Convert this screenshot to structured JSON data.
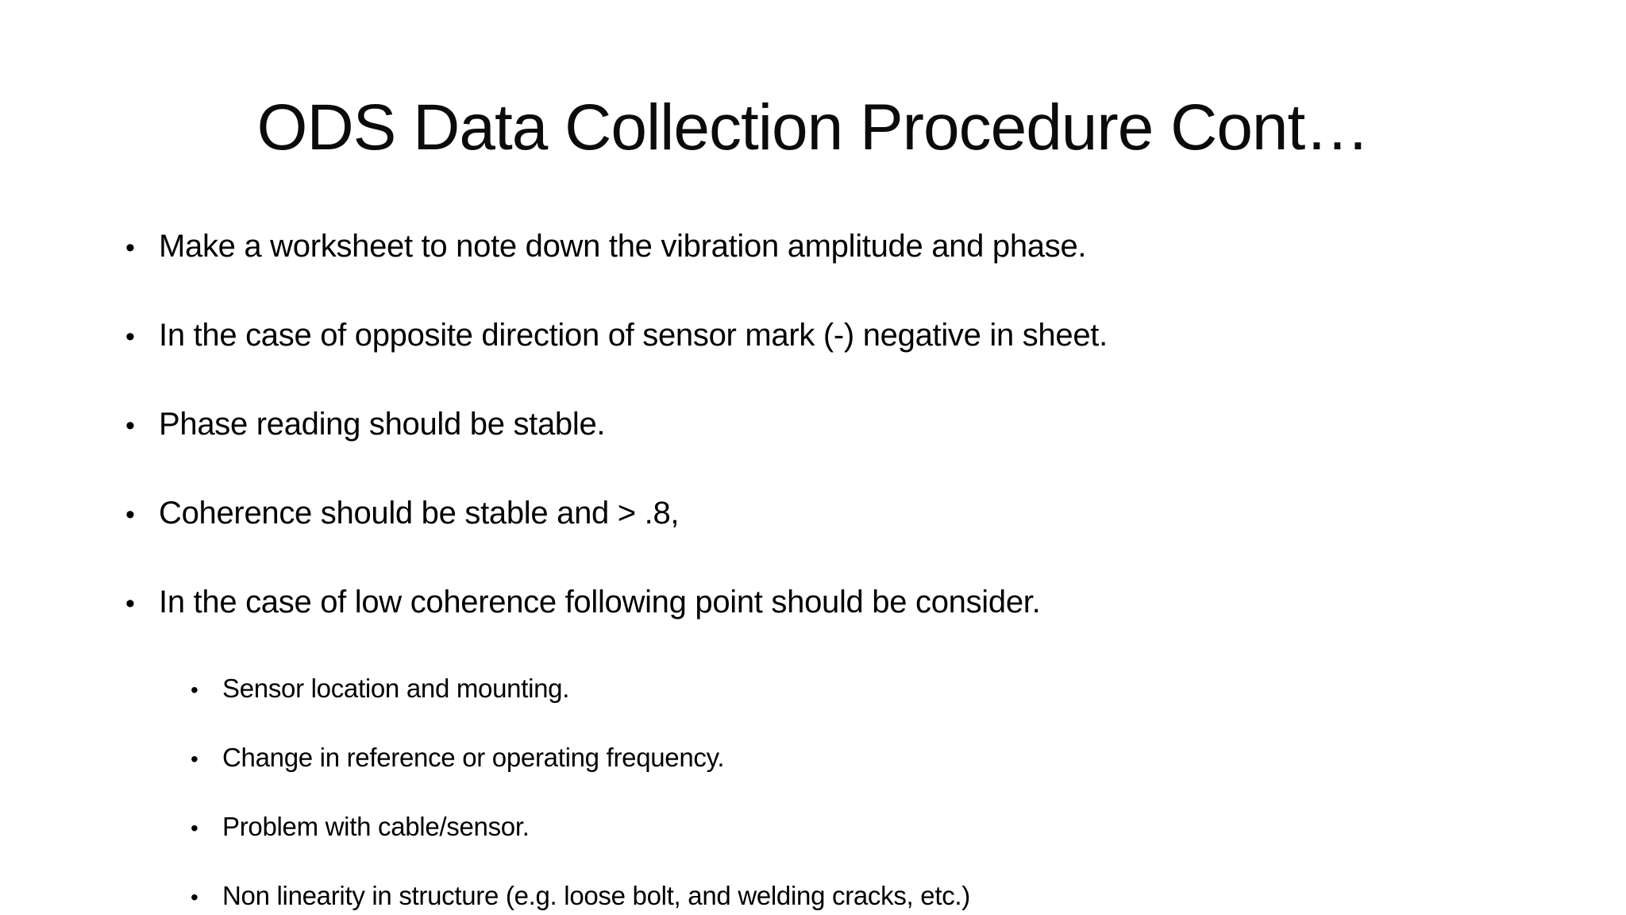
{
  "slide": {
    "title": "ODS Data Collection Procedure Cont…",
    "bullet_glyph": "•",
    "bullets": [
      {
        "text": "Make a worksheet to note down the vibration amplitude and phase."
      },
      {
        "text": "In the case of opposite direction of sensor mark (-) negative in sheet."
      },
      {
        "text": "Phase reading should be stable."
      },
      {
        "text": "Coherence should be stable and > .8,"
      },
      {
        "text": "In the case of low coherence following point should be consider.",
        "sub": [
          "Sensor location and mounting.",
          "Change in reference or operating frequency.",
          "Problem with cable/sensor.",
          "Non linearity in structure (e.g. loose bolt, and welding cracks, etc.)"
        ]
      }
    ],
    "colors": {
      "background": "#ffffff",
      "text": "#000000"
    }
  }
}
